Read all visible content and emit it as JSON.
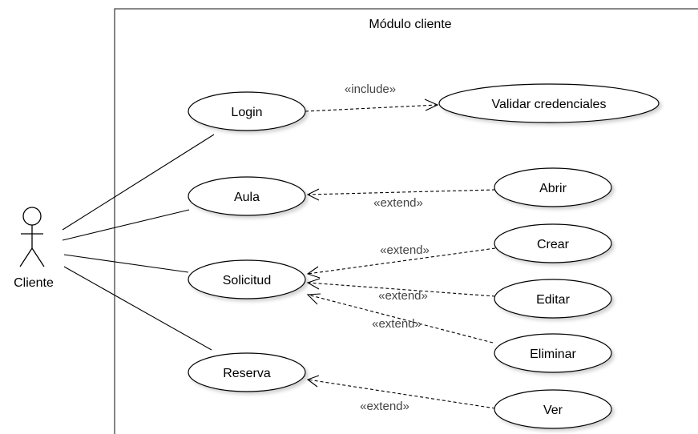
{
  "system": {
    "title": "Módulo cliente"
  },
  "actor": {
    "label": "Cliente"
  },
  "use_cases": {
    "login": "Login",
    "validar": "Validar credenciales",
    "aula": "Aula",
    "abrir": "Abrir",
    "solicitud": "Solicitud",
    "crear": "Crear",
    "editar": "Editar",
    "eliminar": "Eliminar",
    "reserva": "Reserva",
    "ver": "Ver"
  },
  "relations": {
    "login_validar": "«include»",
    "abrir_aula": "«extend»",
    "crear_solicitud": "«extend»",
    "editar_solicitud": "«extend»",
    "eliminar_solicitud": "«extend»",
    "ver_reserva": "«extend»"
  }
}
